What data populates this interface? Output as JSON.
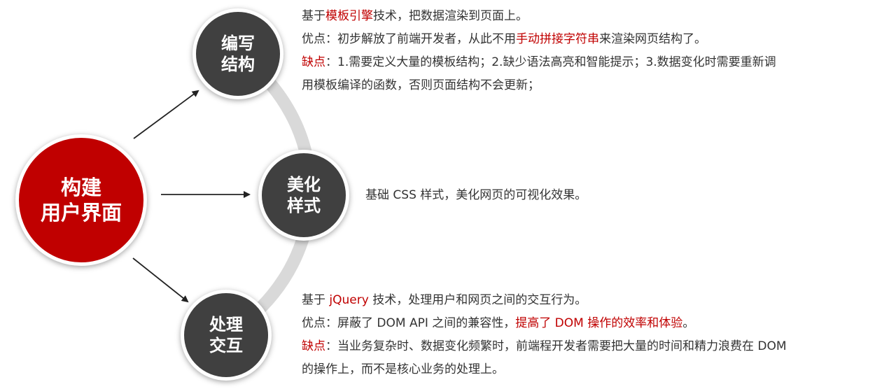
{
  "colors": {
    "accent_red": "#c00000",
    "node_dark": "#404040",
    "arc_gray": "#d9d9d9",
    "text": "#333333",
    "arrow": "#222222"
  },
  "center_node": {
    "line1": "构建",
    "line2": "用户界面"
  },
  "nodes": [
    {
      "line1": "编写",
      "line2": "结构"
    },
    {
      "line1": "美化",
      "line2": "样式"
    },
    {
      "line1": "处理",
      "line2": "交互"
    }
  ],
  "structure": {
    "line1": {
      "pre": "基于",
      "highlight": "模板引擎",
      "post": "技术，把数据渲染到页面上。"
    },
    "line2": {
      "pre": "优点：初步解放了前端开发者，从此不用",
      "highlight": "手动拼接字符串",
      "post": "来渲染网页结构了。"
    },
    "line3": {
      "label": "缺点",
      "text": "：1.需要定义大量的模板结构；2.缺少语法高亮和智能提示；3.数据变化时需要重新调"
    },
    "line4": {
      "text": "用模板编译的函数，否则页面结构不会更新；"
    }
  },
  "style": {
    "line1": "基础 CSS 样式，美化网页的可视化效果。"
  },
  "interaction": {
    "line1": {
      "pre": "基于 ",
      "highlight": "jQuery",
      "post": " 技术，处理用户和网页之间的交互行为。"
    },
    "line2": {
      "pre": "优点：屏蔽了 DOM API 之间的兼容性，",
      "highlight": "提高了 DOM 操作的效率和体验",
      "post": "。"
    },
    "line3": {
      "label": "缺点",
      "text": "：当业务复杂时、数据变化频繁时，前端程开发者需要把大量的时间和精力浪费在  DOM"
    },
    "line4": {
      "text": "的操作上，而不是核心业务的处理上。"
    }
  }
}
